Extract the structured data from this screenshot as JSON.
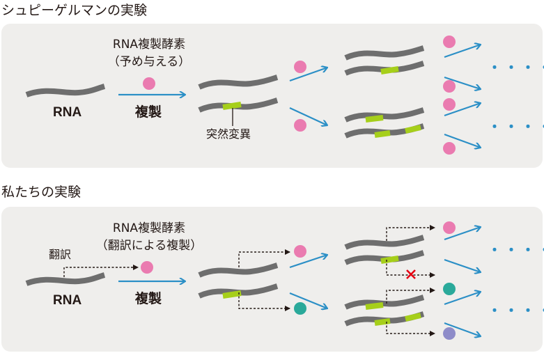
{
  "sections": {
    "spiegelman": {
      "title": "シュピーゲルマンの実験",
      "enzyme_line1": "RNA複製酵素",
      "enzyme_line2": "（予め与える）",
      "rna_label": "RNA",
      "replication_label": "複製",
      "mutation_label": "突然変異",
      "continuation": "・・・・"
    },
    "ours": {
      "title": "私たちの実験",
      "enzyme_line1": "RNA複製酵素",
      "enzyme_line2": "（翻訳による複製）",
      "translation_label": "翻訳",
      "rna_label": "RNA",
      "replication_label": "複製",
      "continuation": "・・・・"
    }
  },
  "colors": {
    "strand": "#6e6e6e",
    "mutation": "#a6cf1a",
    "arrow": "#2b8fc6",
    "pink_enzyme": "#ea7bb0",
    "teal_enzyme": "#2aa99a",
    "purple_enzyme": "#8e8cc9",
    "fail_mark": "#e60012",
    "panel": "#efeeec"
  }
}
